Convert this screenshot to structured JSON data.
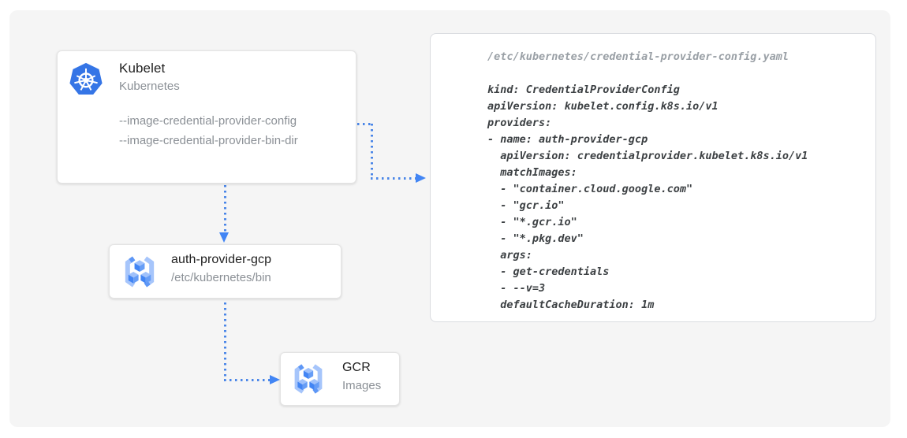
{
  "diagram": {
    "kubelet": {
      "title": "Kubelet",
      "subtitle": "Kubernetes",
      "flag_config": "--image-credential-provider-config",
      "flag_bindir": "--image-credential-provider-bin-dir"
    },
    "auth_provider": {
      "title": "auth-provider-gcp",
      "subtitle": "/etc/kubernetes/bin"
    },
    "gcr": {
      "title": "GCR",
      "subtitle": "Images"
    }
  },
  "code_panel": {
    "title": "/etc/kubernetes/credential-provider-config.yaml",
    "lines": [
      "kind: CredentialProviderConfig",
      "apiVersion: kubelet.config.k8s.io/v1",
      "providers:",
      "- name: auth-provider-gcp",
      "  apiVersion: credentialprovider.kubelet.k8s.io/v1",
      "  matchImages:",
      "  - \"container.cloud.google.com\"",
      "  - \"gcr.io\"",
      "  - \"*.gcr.io\"",
      "  - \"*.pkg.dev\"",
      "  args:",
      "  - get-credentials",
      "  - --v=3",
      "  defaultCacheDuration: 1m"
    ]
  },
  "icons": {
    "kubelet": "kubernetes-logo",
    "auth_provider": "container-registry-icon",
    "gcr": "container-registry-icon"
  },
  "colors": {
    "accent_blue": "#4285F4",
    "kubernetes_blue": "#3575E6",
    "panel_bg": "#F5F5F5",
    "card_bg": "#FFFFFF",
    "card_border": "#E4E4E4",
    "title_text": "#212121",
    "muted_text": "#8B9096",
    "code_text": "#3C4043",
    "code_path_text": "#9AA0A6"
  }
}
